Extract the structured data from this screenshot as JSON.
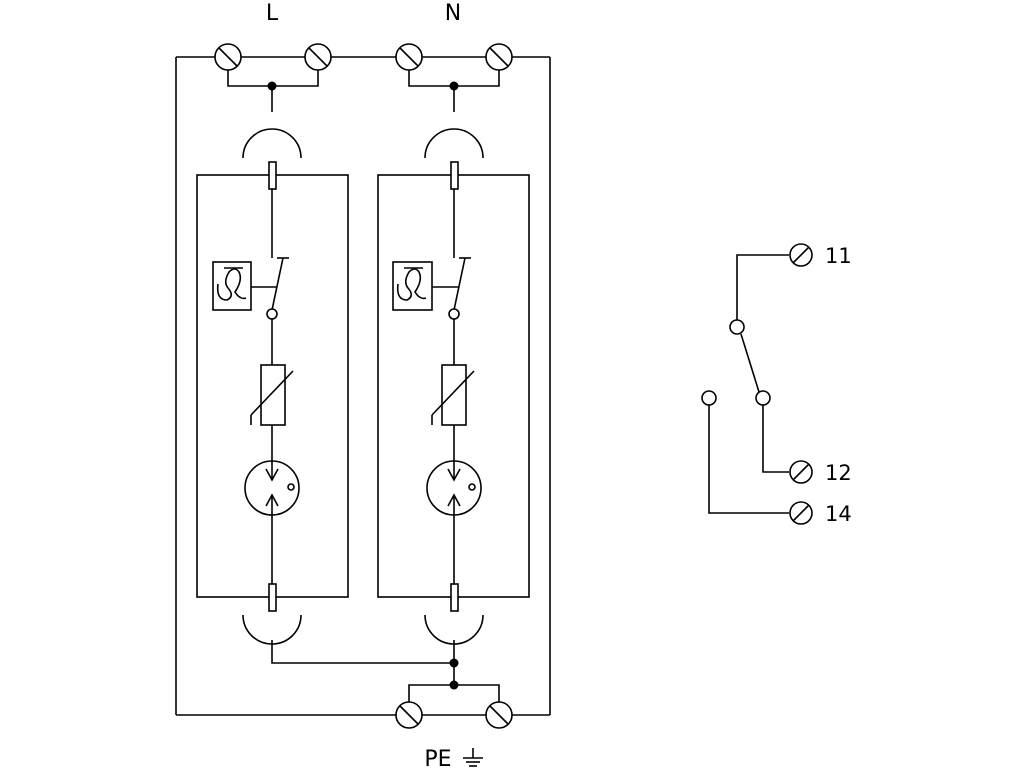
{
  "labels": {
    "line": "L",
    "neutral": "N",
    "protective_earth": "PE",
    "ground_symbol": "⏚",
    "contact_11": "11",
    "contact_12": "12",
    "contact_14": "14"
  },
  "colors": {
    "stroke": "#000000",
    "background": "#ffffff"
  },
  "icons": [
    "screw-terminal-icon",
    "thermal-disconnector-icon",
    "varistor-icon",
    "gas-discharge-tube-icon",
    "ground-icon"
  ]
}
